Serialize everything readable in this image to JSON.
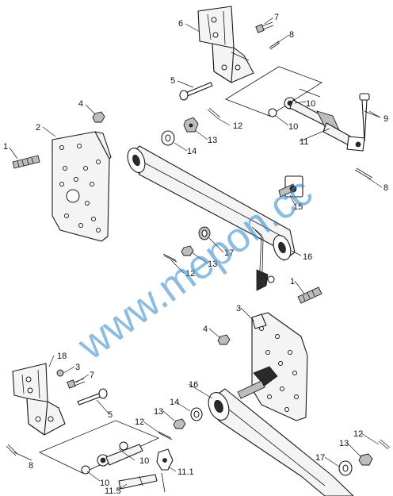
{
  "watermark": "www.mepon.cc",
  "callouts": {
    "c1a": "1",
    "c2": "2",
    "c4a": "4",
    "c5a": "5",
    "c6": "6",
    "c7a": "7",
    "c8a": "8",
    "c10a": "10",
    "c10b": "10",
    "c9": "9",
    "c11": "11",
    "c12a": "12",
    "c13a": "13",
    "c14a": "14",
    "c8b": "8",
    "c15": "15",
    "c16a": "16",
    "c17a": "17",
    "c13b": "13",
    "c12b": "12",
    "c1b": "1",
    "c3a": "3",
    "c4b": "4",
    "c18": "18",
    "c3b": "3",
    "c7b": "7",
    "c5b": "5",
    "c16b": "16",
    "c14b": "14",
    "c13c": "13",
    "c12c": "12",
    "c10c": "10",
    "c10d": "10",
    "c11_1": "11.1",
    "c11_5": "11.5",
    "c8c": "8",
    "c12d": "12",
    "c13d": "13",
    "c17b": "17"
  }
}
